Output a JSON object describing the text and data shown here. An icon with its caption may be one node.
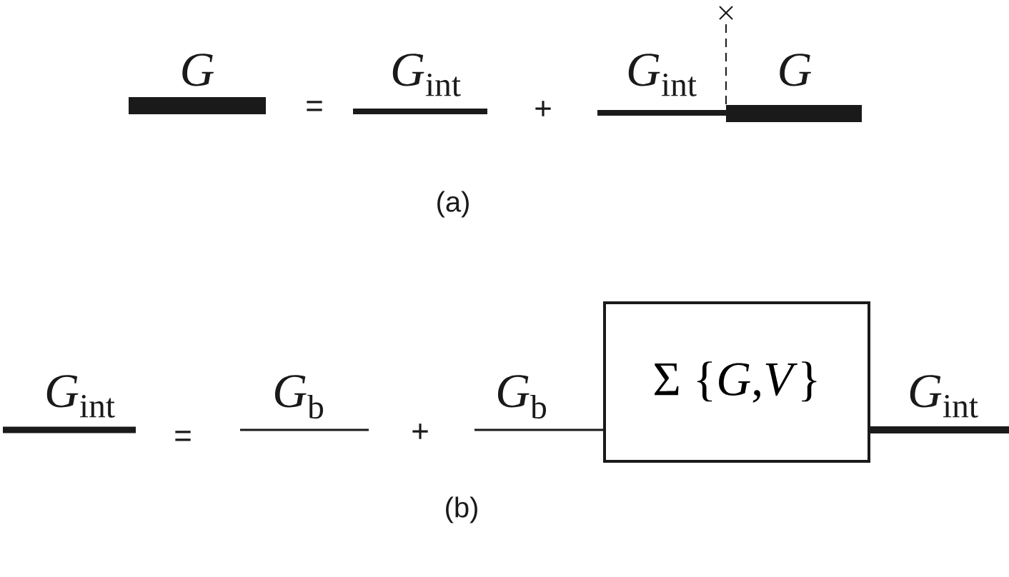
{
  "diagram": {
    "nodes": [
      {
        "text": [
          "G"
        ]
      },
      {
        "text": [
          "*G*$_{int}$"
        ]
      },
      {
        "text": [
          "*G*$_{int}$"
        ]
      },
      {
        "text": [
          "G"
        ]
      },
      {
        "text": [
          "*G*$_{int}$"
        ]
      },
      {
        "text": [
          "*G*$_{b}$"
        ]
      },
      {
        "text": [
          "*G*$_{b}$"
        ]
      },
      {
        "text": [
          "Σ {*G*,*V*}"
        ]
      },
      {
        "text": [
          "*G*$_{int}$"
        ]
      }
    ],
    "labels": [
      "=",
      "+",
      "(a)",
      "=",
      "+",
      "(b)"
    ]
  }
}
